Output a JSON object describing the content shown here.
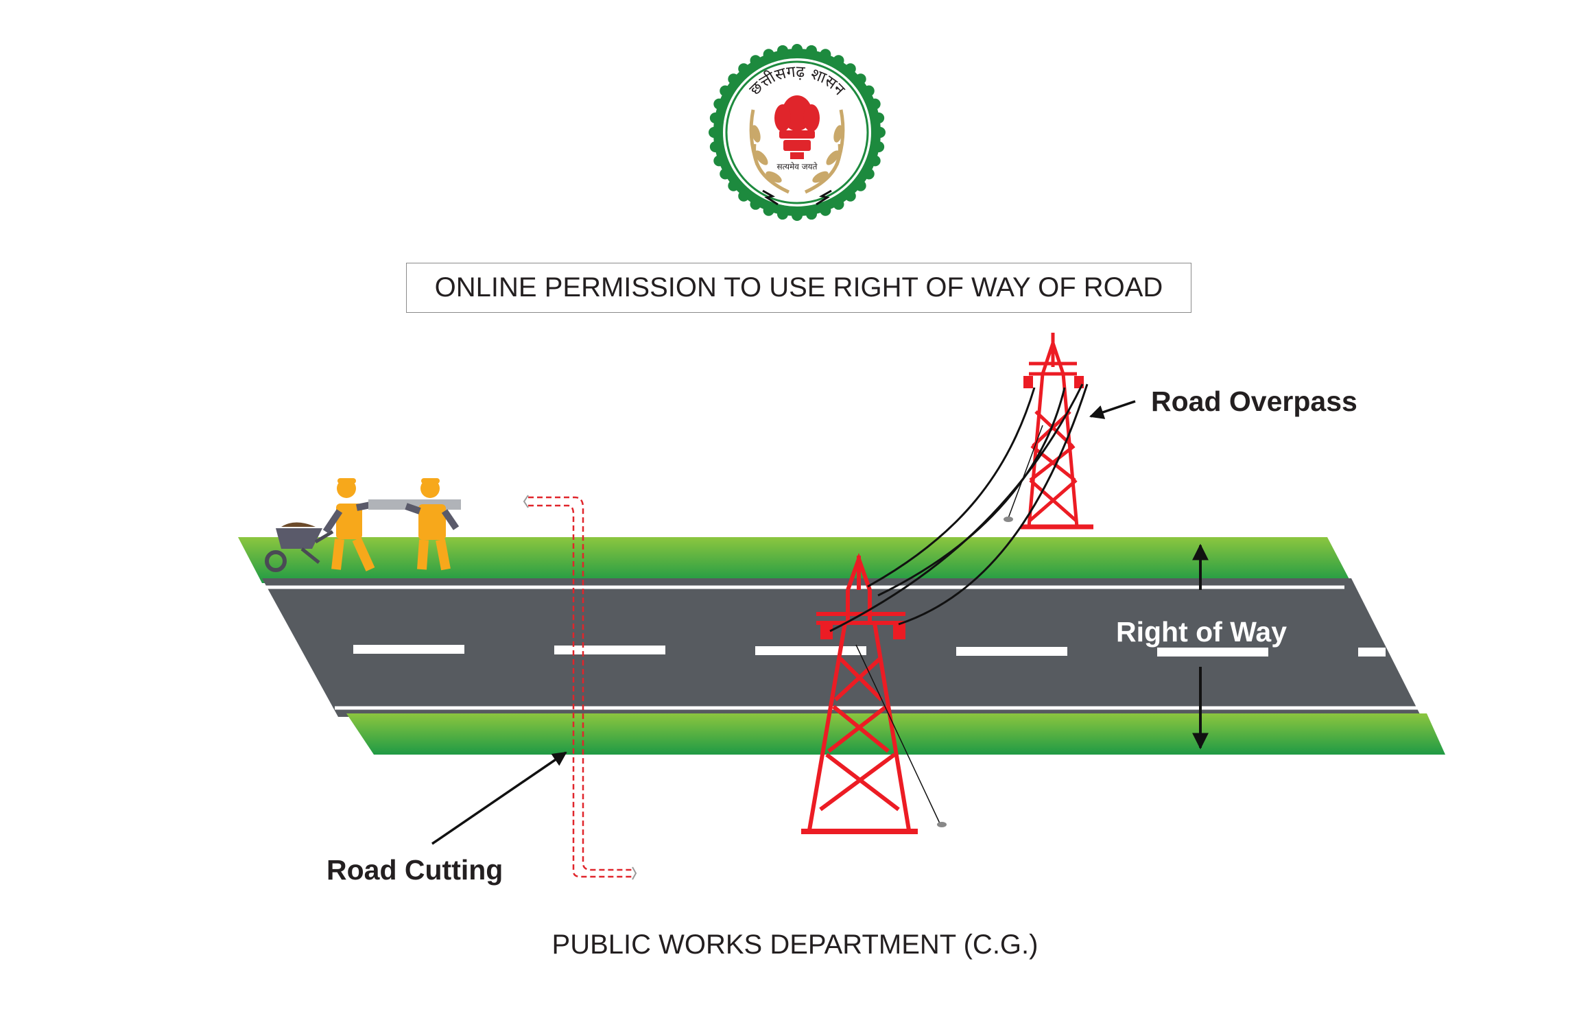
{
  "emblem": {
    "top_text": "छत्तीसगढ़ शासन",
    "motto": "सत्यमेव जयते",
    "colors": {
      "ring": "#1d8a3e",
      "wreath": "#c9a86a",
      "emblem": "#e0252b"
    }
  },
  "header": {
    "title": "ONLINE PERMISSION TO USE RIGHT OF WAY OF ROAD"
  },
  "labels": {
    "road_overpass": "Road Overpass",
    "right_of_way": "Right of Way",
    "road_cutting": "Road Cutting"
  },
  "footer": {
    "department": "PUBLIC WORKS DEPARTMENT (C.G.)"
  },
  "colors": {
    "road": "#575b60",
    "grass_light": "#8cc63f",
    "grass_dark": "#2e9e45",
    "tower": "#ec1c24",
    "worker": "#f7a81b",
    "text": "#231f20"
  }
}
